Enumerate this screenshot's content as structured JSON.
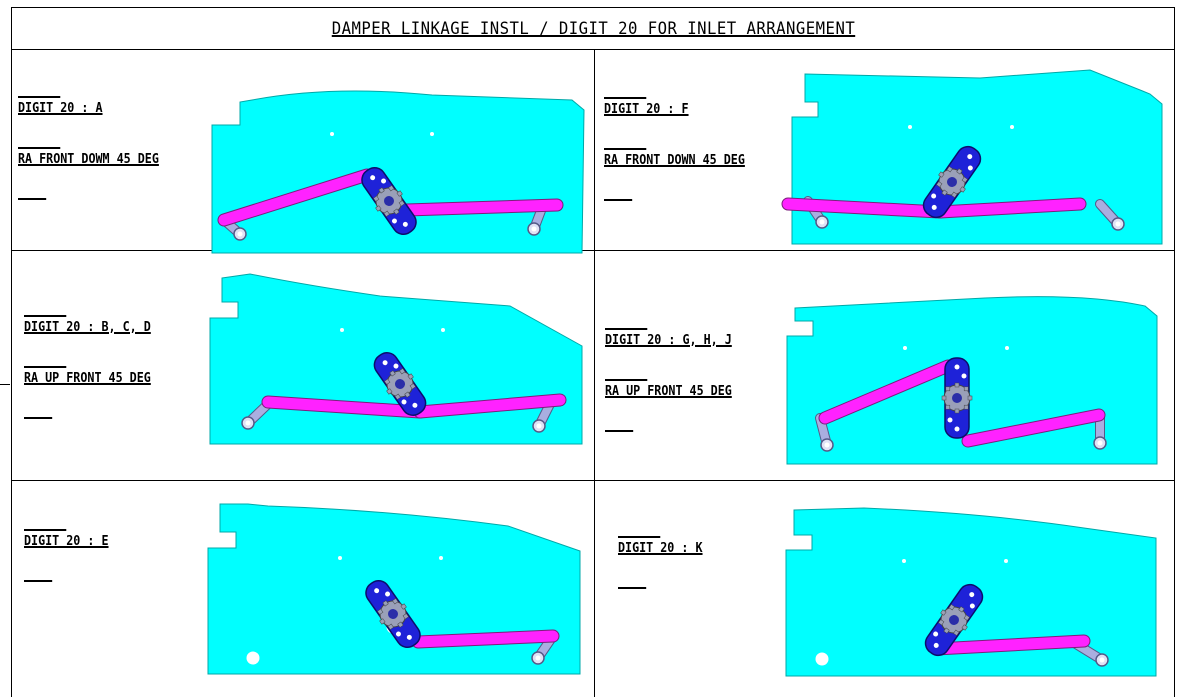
{
  "title": "DAMPER LINKAGE INSTL / DIGIT 20 FOR INLET ARRANGEMENT",
  "colors": {
    "housing": "#00ffff",
    "link_rod": "#ff22ff",
    "crank_arm": "#1e22d8",
    "gear_hub": "#9aa0b8",
    "lever": "#a9aee0"
  },
  "panels": [
    {
      "line1": "DIGIT 20 : A",
      "line2": "RA FRONT DOWM 45 DEG"
    },
    {
      "line1": "DIGIT 20 : F",
      "line2": "RA FRONT DOWN 45 DEG"
    },
    {
      "line1": "DIGIT 20 : B, C, D",
      "line2": "RA UP FRONT 45 DEG"
    },
    {
      "line1": "DIGIT 20 : G, H, J",
      "line2": "RA UP FRONT 45 DEG"
    },
    {
      "line1": "DIGIT 20 : E",
      "line2": ""
    },
    {
      "line1": "DIGIT 20 : K",
      "line2": ""
    }
  ]
}
